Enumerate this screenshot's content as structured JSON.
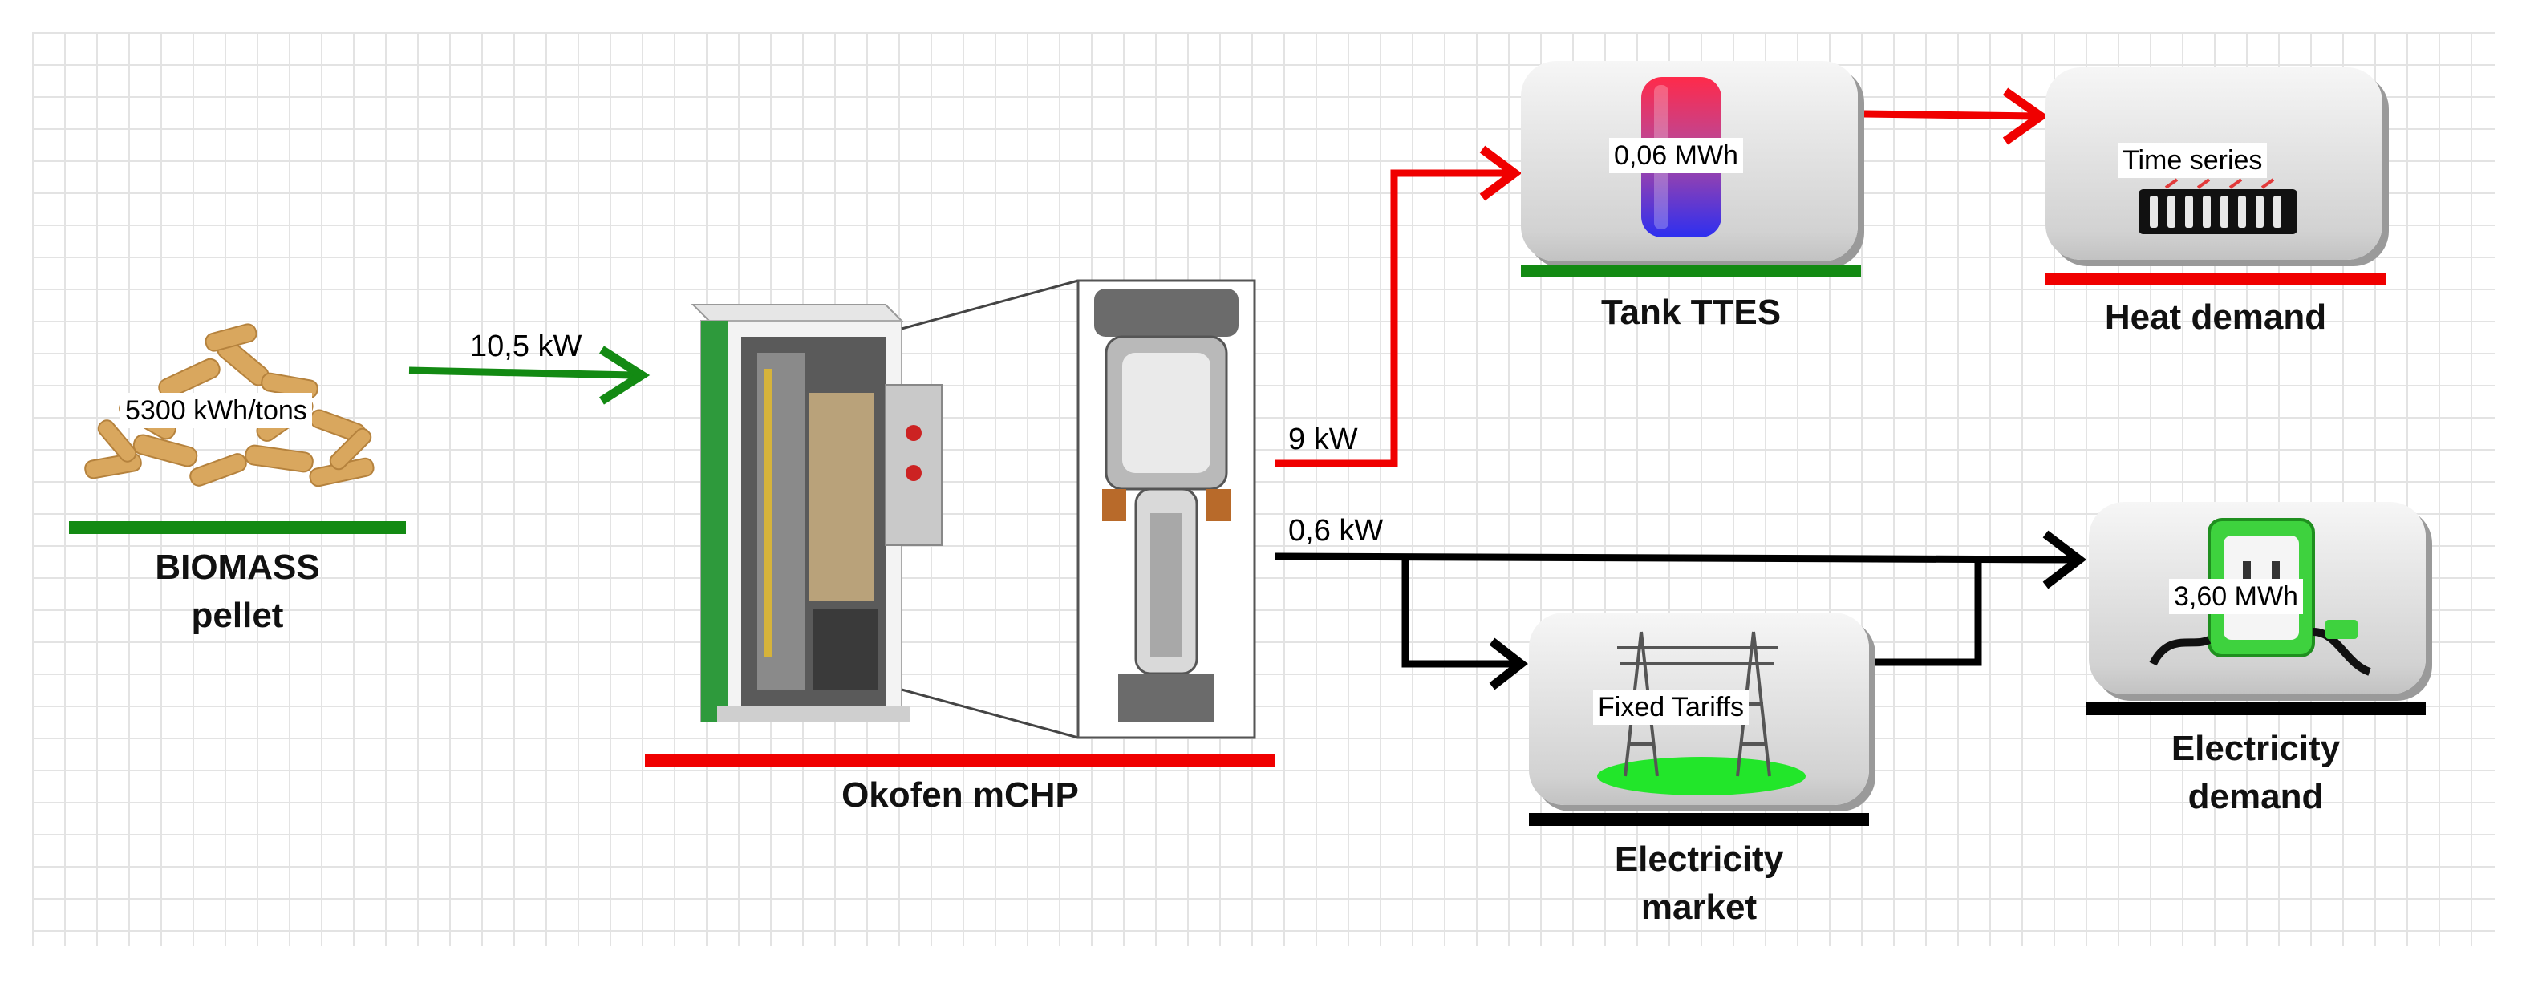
{
  "colors": {
    "heat": "#f00000",
    "fuel": "#138a13",
    "electricity": "#000000"
  },
  "flows": {
    "fuel_in": "10,5 kW",
    "heat_out": "9 kW",
    "electricity_out": "0,6 kW"
  },
  "nodes": {
    "biomass": {
      "value": "5300 kWh/tons",
      "name_line1": "BIOMASS",
      "name_line2": "pellet"
    },
    "chp": {
      "name": "Okofen mCHP"
    },
    "tank": {
      "value": "0,06 MWh",
      "name": "Tank TTES"
    },
    "heat_demand": {
      "value": "Time series",
      "name": "Heat demand"
    },
    "market": {
      "value": "Fixed Tariffs",
      "name_line1": "Electricity",
      "name_line2": "market"
    },
    "elec_demand": {
      "value": "3,60 MWh",
      "name_line1": "Electricity",
      "name_line2": "demand"
    }
  }
}
